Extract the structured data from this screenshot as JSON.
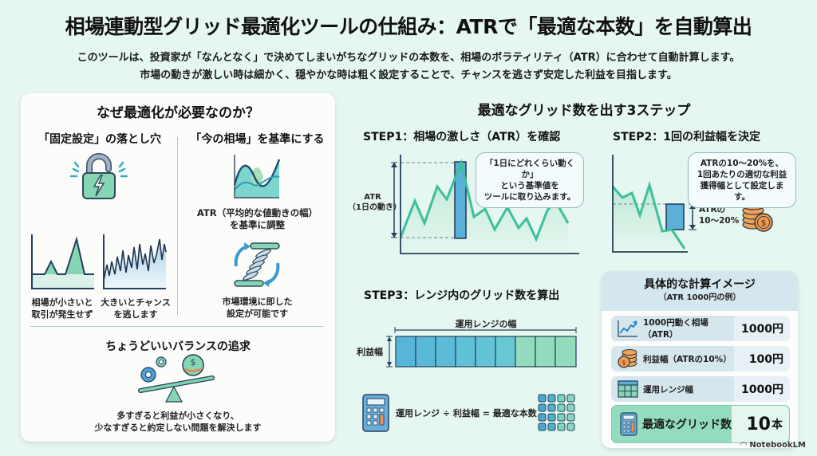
{
  "header": {
    "title": "相場連動型グリッド最適化ツールの仕組み：ATRで「最適な本数」を自動算出",
    "subtitle_line1": "このツールは、投資家が「なんとなく」で決めてしまいがちなグリッドの本数を、相場のボラティリティ（ATR）に合わせて自動計算します。",
    "subtitle_line2": "市場の動きが激しい時は細かく、穏やかな時は粗く設定することで、チャンスを逃さず安定した利益を目指します。"
  },
  "why_section": {
    "title": "なぜ最適化が必要なのか？",
    "fixed": {
      "heading": "「固定設定」の落とし穴",
      "icon": "broken-lock-icon",
      "caption_small_1": "相場が小さいと",
      "caption_small_2": "取引が発生せず",
      "caption_large_1": "大きいとチャンス",
      "caption_large_2": "を逃します"
    },
    "current": {
      "heading": "「今の相場」を基準にする",
      "icon": "wave-chart-icon",
      "caption_atr_1": "ATR（平均的な値動きの幅）",
      "caption_atr_2": "を基準に調整",
      "icon2": "spring-adjust-icon",
      "caption_env_1": "市場環境に即した",
      "caption_env_2": "設定が可能です"
    },
    "balance": {
      "heading": "ちょうどいいバランスの追求",
      "icon": "balance-scale-icon",
      "caption_1": "多すぎると利益が小さくなり、",
      "caption_2": "少なすぎると約定しない問題を解決します"
    }
  },
  "steps": {
    "title": "最適なグリッド数を出す3ステップ",
    "step1": {
      "title": "STEP1：相場の激しさ（ATR）を確認",
      "axis_label_1": "ATR",
      "axis_label_2": "（1日の動き）",
      "bubble_1": "「1日にどれくらい動くか」",
      "bubble_2": "という基準値を",
      "bubble_3": "ツールに取り込みます。"
    },
    "step2": {
      "title": "STEP2：1回の利益幅を決定",
      "bubble_1": "ATRの10〜20%を、",
      "bubble_2": "1回あたりの適切な利益",
      "bubble_3": "獲得幅として設定します。",
      "range_label_1": "ATRの",
      "range_label_2": "10〜20%",
      "icon": "coins-icon"
    },
    "step3": {
      "title": "STEP3：レンジ内のグリッド数を算出",
      "range_label": "運用レンジの幅",
      "profit_label": "利益幅",
      "grid_cells": 9,
      "formula": "運用レンジ ÷ 利益幅 = 最適な本数"
    }
  },
  "calc": {
    "title": "具体的な計算イメージ",
    "subtitle": "（ATR 1000円の例）",
    "rows": [
      {
        "icon": "trend-up-icon",
        "label": "1000円動く相場（ATR）",
        "value": "1000円"
      },
      {
        "icon": "coins-icon",
        "label": "利益幅（ATRの10%）",
        "value": "100円"
      },
      {
        "icon": "table-grid-icon",
        "label": "運用レンジ幅",
        "value": "1000円"
      }
    ],
    "result": {
      "icon": "calculator-icon",
      "label": "最適なグリッド数",
      "value": "10",
      "unit": "本"
    }
  },
  "footer": {
    "brand": "NotebookLM"
  },
  "colors": {
    "background": "#e6f6f0",
    "teal_line": "#3cbf9c",
    "blue_bar": "#5ab0d8",
    "green_cell": "#93dcbd",
    "navy": "#24405a",
    "coin": "#f0a35a"
  }
}
